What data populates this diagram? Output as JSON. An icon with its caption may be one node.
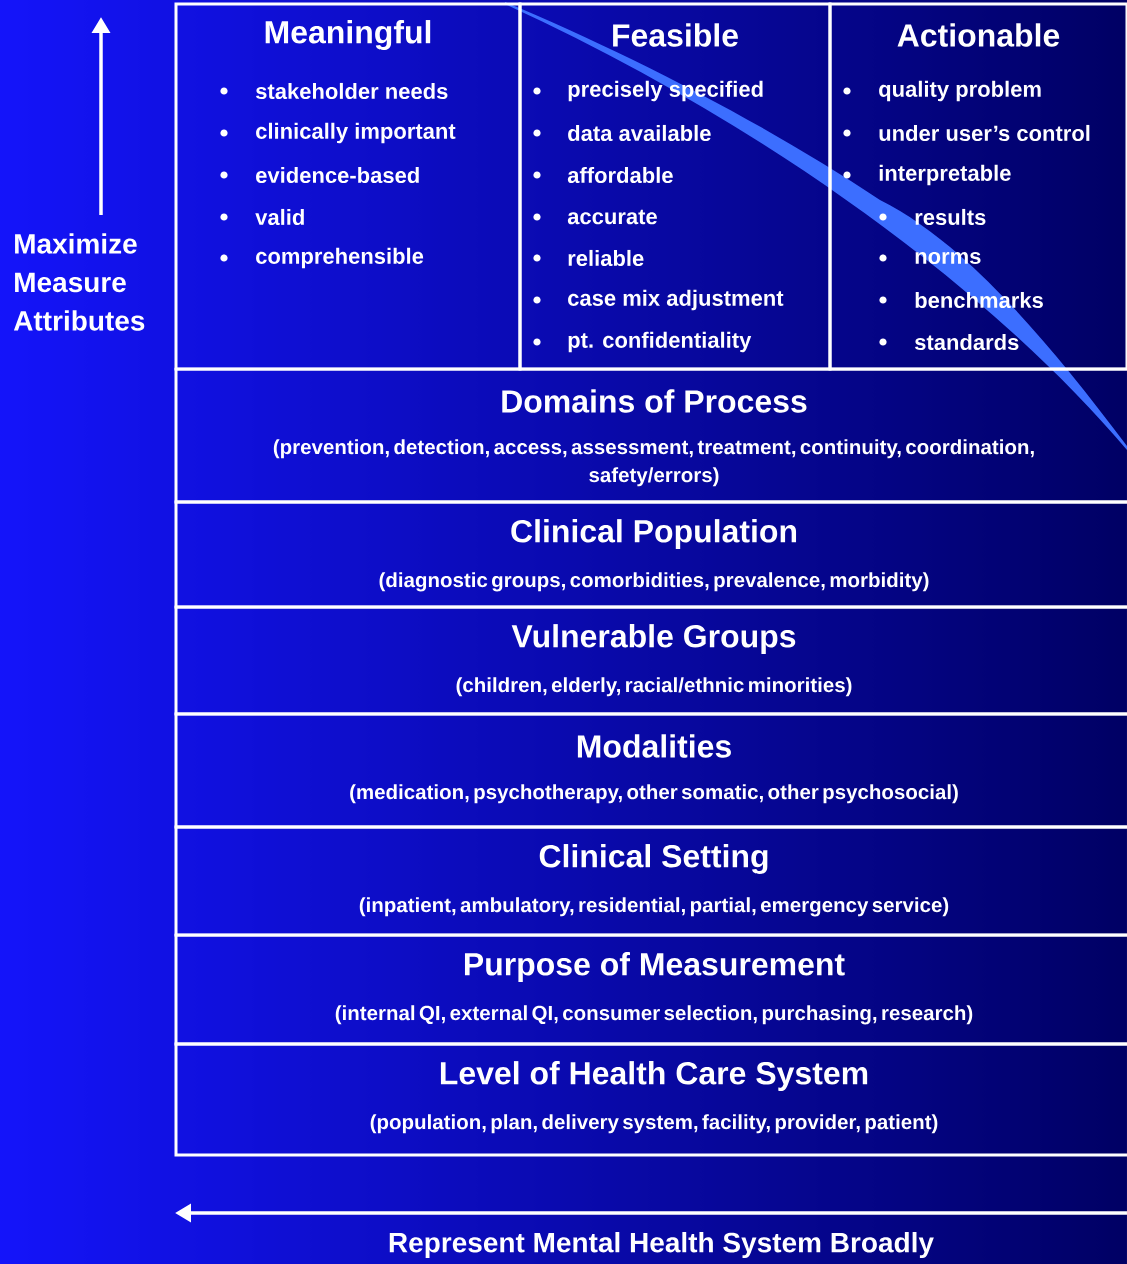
{
  "diagram": {
    "nodes": [
      {
        "text": [
          "Meaningful",
          "stakeholder needs",
          "clinically important",
          "evidence-based",
          "valid",
          "comprehensible"
        ]
      },
      {
        "text": [
          "Feasible",
          "precisely specified",
          "data available",
          "affordable",
          "accurate",
          "reliable",
          "case mix adjustment",
          "pt. confidentiality"
        ]
      },
      {
        "text": [
          "Actionable",
          "quality problem",
          "under user’s control",
          "interpretable",
          "results",
          "norms",
          "benchmarks",
          "standards"
        ]
      },
      {
        "text": [
          "Domains of Process",
          "(prevention, detection, access, assessment, treatment, continuity, coordination, safety/errors)"
        ]
      },
      {
        "text": [
          "Clinical Population",
          "(diagnostic groups, comorbidities, prevalence, morbidity)"
        ]
      },
      {
        "text": [
          "Vulnerable Groups",
          "(children, elderly, racial/ethnic minorities)"
        ]
      },
      {
        "text": [
          "Modalities",
          "(medication, psychotherapy, other somatic, other psychosocial)"
        ]
      },
      {
        "text": [
          "Clinical Setting",
          "(inpatient, ambulatory, residential, partial, emergency service)"
        ]
      },
      {
        "text": [
          "Purpose of Measurement",
          "(internal QI, external QI, consumer selection, purchasing, research)"
        ]
      },
      {
        "text": [
          "Level of Health Care System",
          "(population, plan, delivery system, facility, provider, patient)"
        ]
      }
    ],
    "labels": [
      "Maximize Measure Attributes",
      "Represent Mental Health System Broadly"
    ]
  }
}
